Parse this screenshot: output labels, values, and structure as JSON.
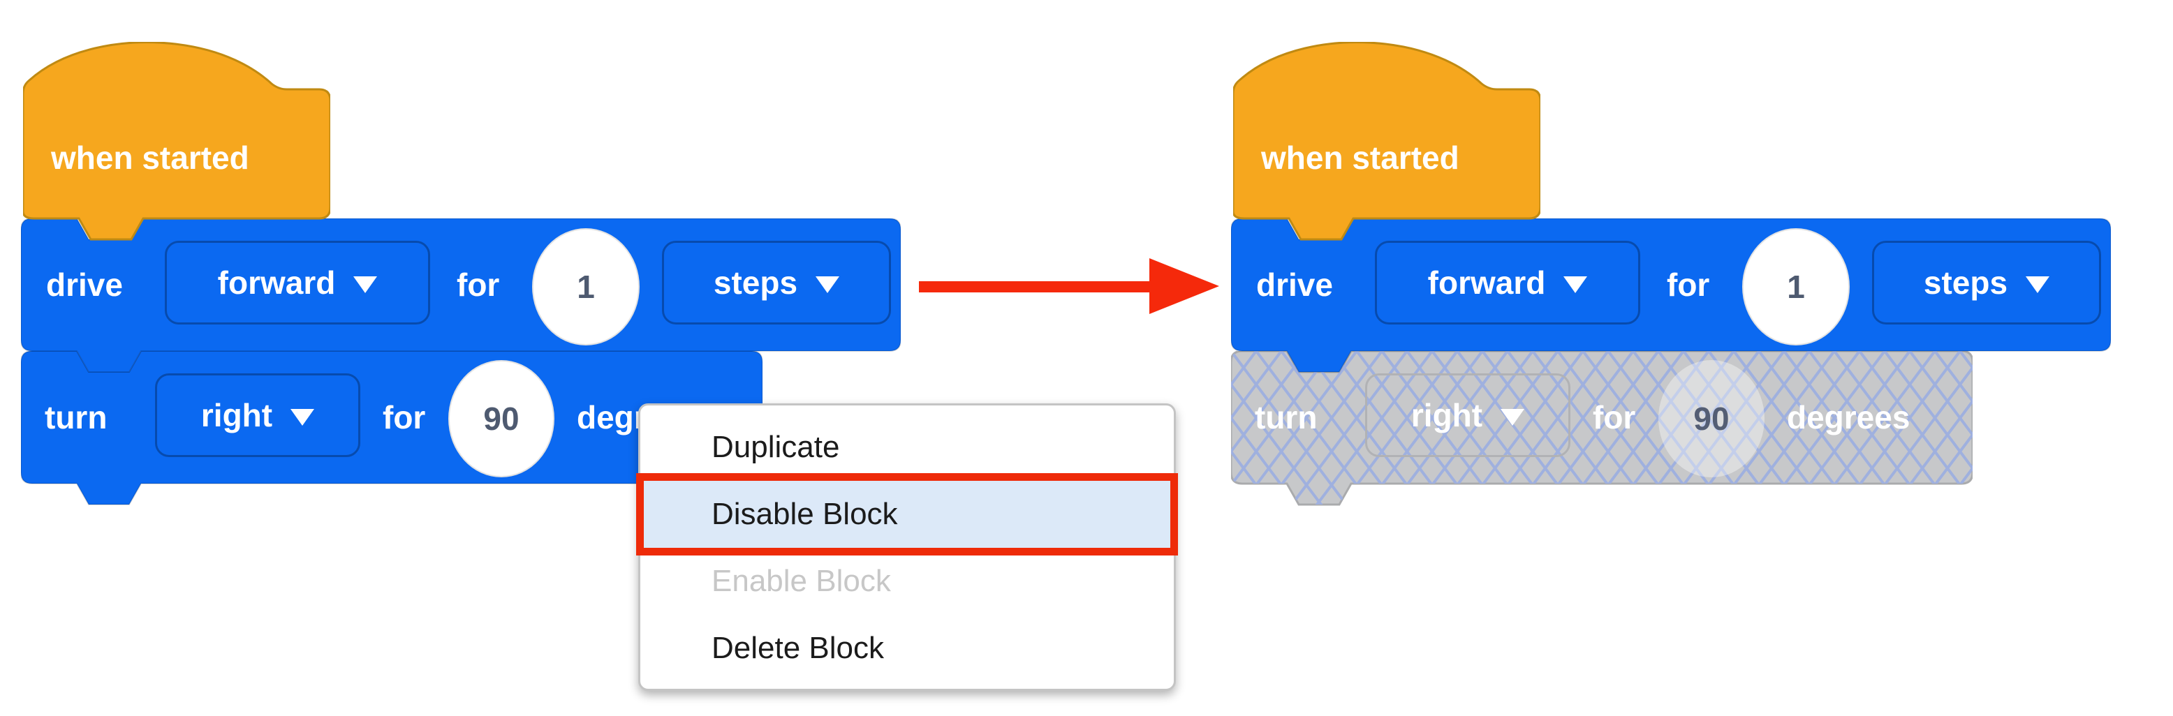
{
  "app_context": "block-programming workspace (before and after disabling a block)",
  "colors": {
    "block_blue": "#0b69f1",
    "hat_orange": "#f6a71e",
    "hat_outline": "#c08a12",
    "disabled_gray": "#c7c8ca",
    "crosshatch_line": "#9fb0df",
    "menu_highlight_bg": "#dce9f8",
    "highlight_red": "#ee2b09",
    "arrow_red": "#f5290b",
    "value_text": "#4e5a70",
    "disabled_menu_text": "#c7c7c7"
  },
  "before": {
    "hat_label": "when started",
    "drive_block": {
      "verb": "drive",
      "direction_value": "forward",
      "preposition": "for",
      "amount_value": "1",
      "unit_value": "steps"
    },
    "turn_block": {
      "verb": "turn",
      "direction_value": "right",
      "preposition": "for",
      "amount_value": "90",
      "unit_label": "degrees"
    }
  },
  "context_menu": {
    "items": [
      {
        "label": "Duplicate",
        "state": "normal"
      },
      {
        "label": "Disable Block",
        "state": "highlighted"
      },
      {
        "label": "Enable Block",
        "state": "disabled"
      },
      {
        "label": "Delete Block",
        "state": "normal"
      }
    ]
  },
  "arrow": {
    "direction": "right"
  },
  "after": {
    "hat_label": "when started",
    "drive_block": {
      "verb": "drive",
      "direction_value": "forward",
      "preposition": "for",
      "amount_value": "1",
      "unit_value": "steps"
    },
    "turn_block_disabled": {
      "verb": "turn",
      "direction_value": "right",
      "preposition": "for",
      "amount_value": "90",
      "unit_label": "degrees",
      "state": "disabled"
    }
  }
}
